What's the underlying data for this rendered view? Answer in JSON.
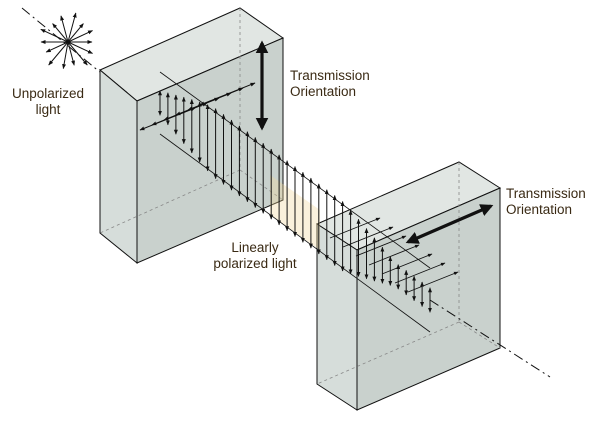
{
  "labels": {
    "unpolarized_line1": "Unpolarized",
    "unpolarized_line2": "light",
    "transmission_top_line1": "Transmission",
    "transmission_top_line2": "Orientation",
    "transmission_right_line1": "Transmission",
    "transmission_right_line2": "Orientation",
    "linear_line1": "Linearly",
    "linear_line2": "polarized light"
  },
  "colors": {
    "polarizer_face": "#c4cdc9",
    "polarizer_side": "#d6ddda",
    "polarizer_top": "#e1e6e3",
    "wave_highlight": "#f0d79a",
    "line": "#111111",
    "label_text": "#3a2a14"
  },
  "icons": {
    "source": "unpolarized-star-icon",
    "orientation_arrows": "double-headed-arrow"
  }
}
